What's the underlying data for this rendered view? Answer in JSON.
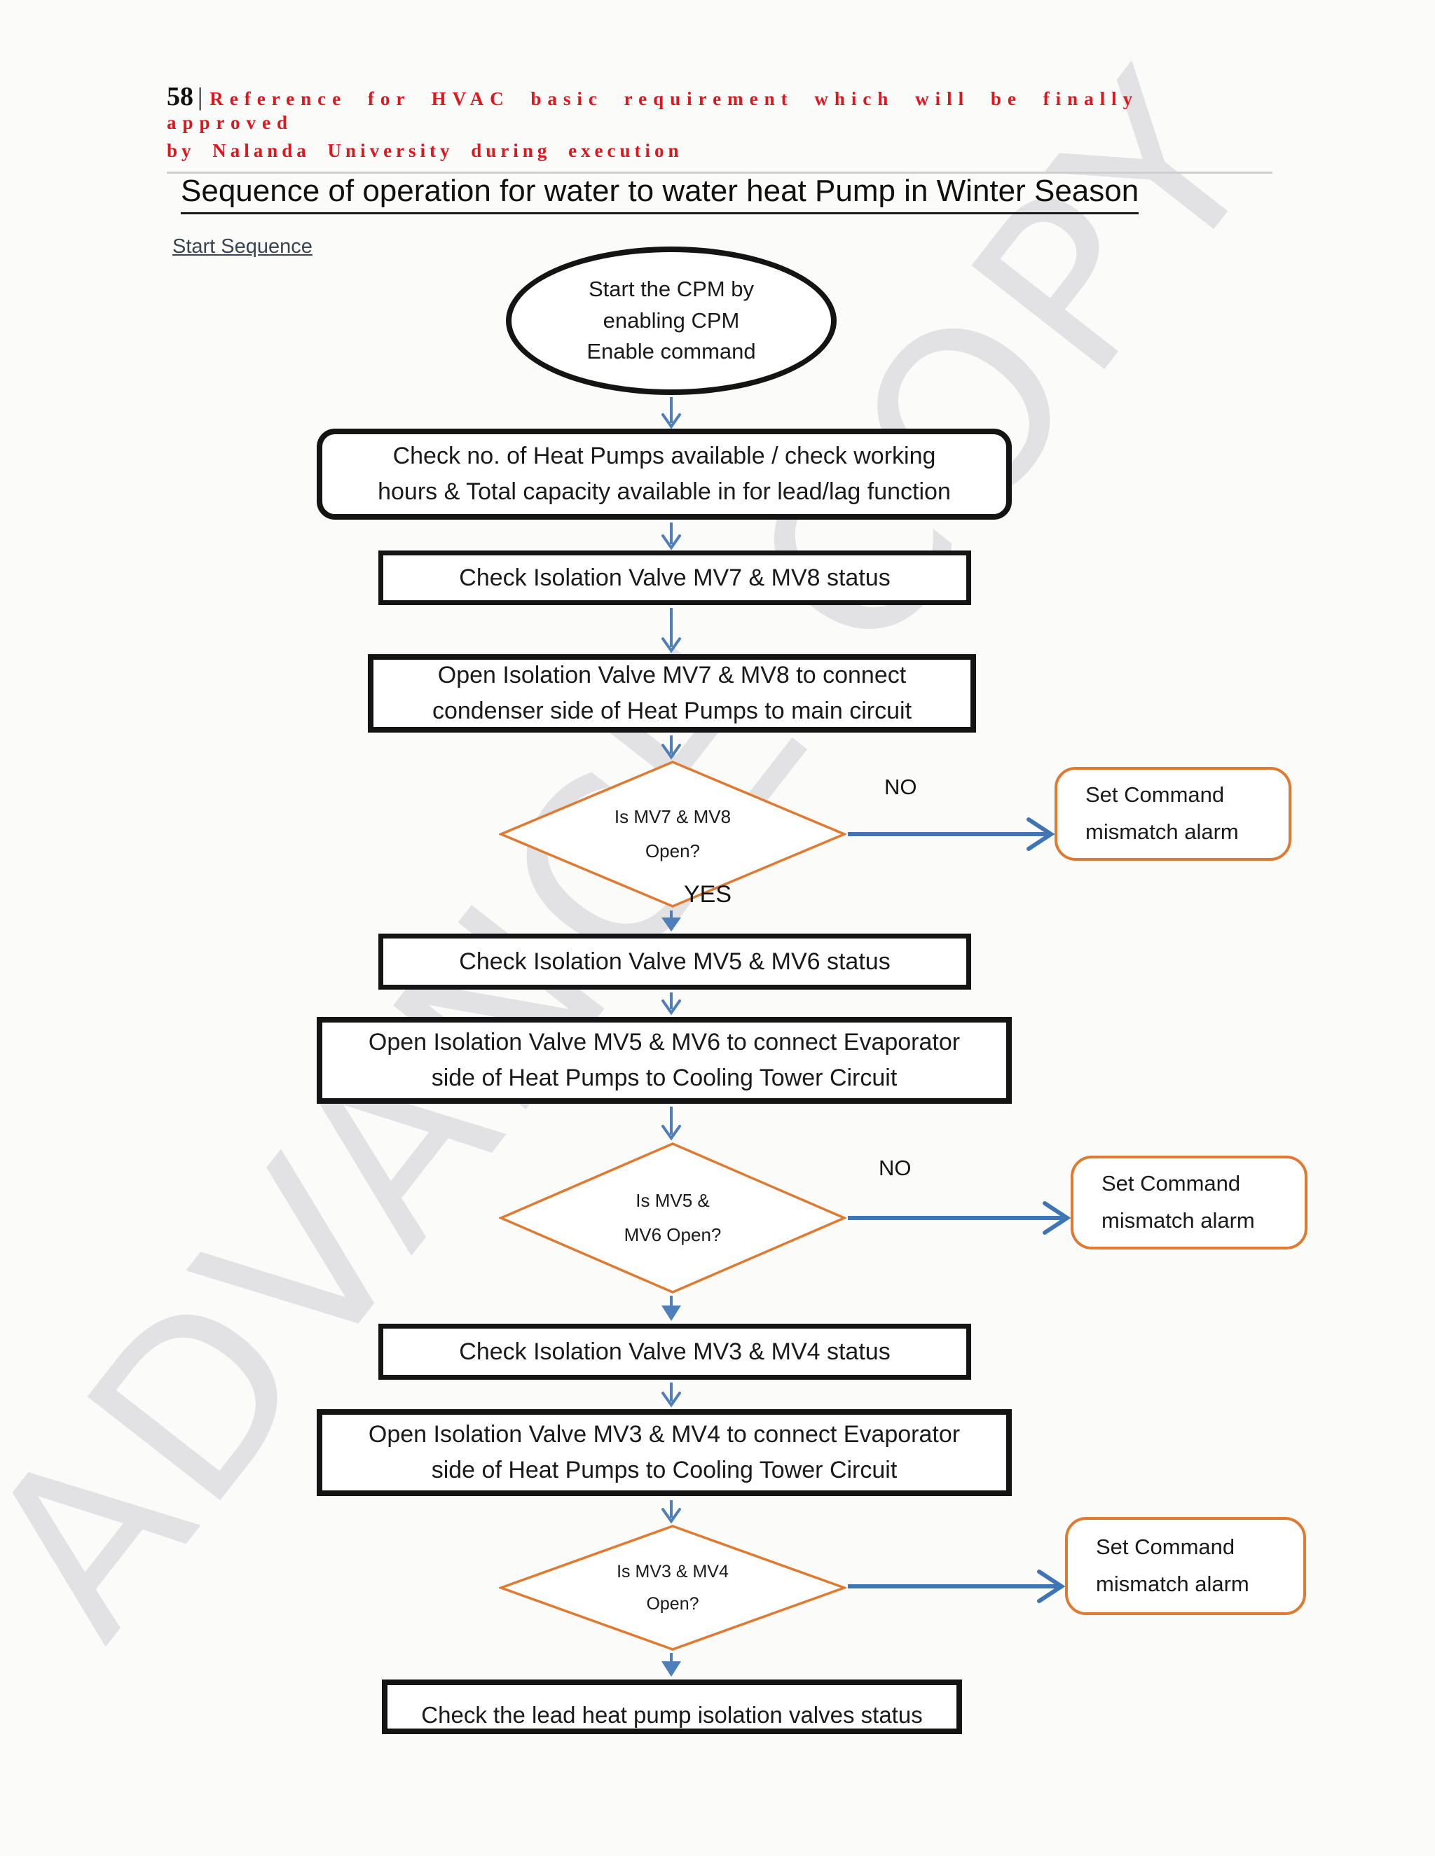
{
  "header": {
    "page_number": "58",
    "separator": "|",
    "line1": "Reference for HVAC basic requirement which will be finally approved",
    "line2": "by Nalanda University during execution"
  },
  "title": "Sequence of operation for water to water heat Pump in Winter Season",
  "start_sequence_label": "Start Sequence",
  "watermark": "ADVANCE COPY",
  "flow": {
    "start_terminal": "Start the CPM by\nenabling CPM\nEnable command",
    "check_heat_pumps": "Check no. of Heat Pumps available / check working\nhours & Total capacity available in for lead/lag function",
    "check_mv7_mv8": "Check Isolation Valve MV7 & MV8 status",
    "open_mv7_mv8": "Open Isolation Valve MV7 & MV8 to connect\ncondenser side of Heat Pumps to main circuit",
    "is_mv7_mv8_open": "Is MV7 & MV8\nOpen?",
    "alarm_mv7_mv8": "Set Command\nmismatch alarm",
    "no_label_1": "NO",
    "yes_label_1": "YES",
    "check_mv5_mv6": "Check Isolation Valve MV5 & MV6 status",
    "open_mv5_mv6": "Open Isolation Valve MV5 & MV6 to connect Evaporator\nside of Heat Pumps to Cooling Tower Circuit",
    "is_mv5_mv6_open": "Is MV5 &\nMV6 Open?",
    "alarm_mv5_mv6": "Set Command\nmismatch alarm",
    "no_label_2": "NO",
    "check_mv3_mv4": "Check Isolation Valve MV3 & MV4 status",
    "open_mv3_mv4": "Open Isolation Valve MV3 & MV4 to connect Evaporator\nside of Heat Pumps to Cooling Tower Circuit",
    "is_mv3_mv4_open": "Is MV3 & MV4\nOpen?",
    "alarm_mv3_mv4": "Set Command\nmismatch alarm",
    "check_lead_pump": "Check the lead heat pump isolation valves status"
  },
  "colors": {
    "header_red": "#e3141b",
    "arrow_blue": "#4f7fba",
    "decision_orange": "#e07a30",
    "watermark_gray": "#d4d4d9",
    "box_border_black": "#141414"
  }
}
